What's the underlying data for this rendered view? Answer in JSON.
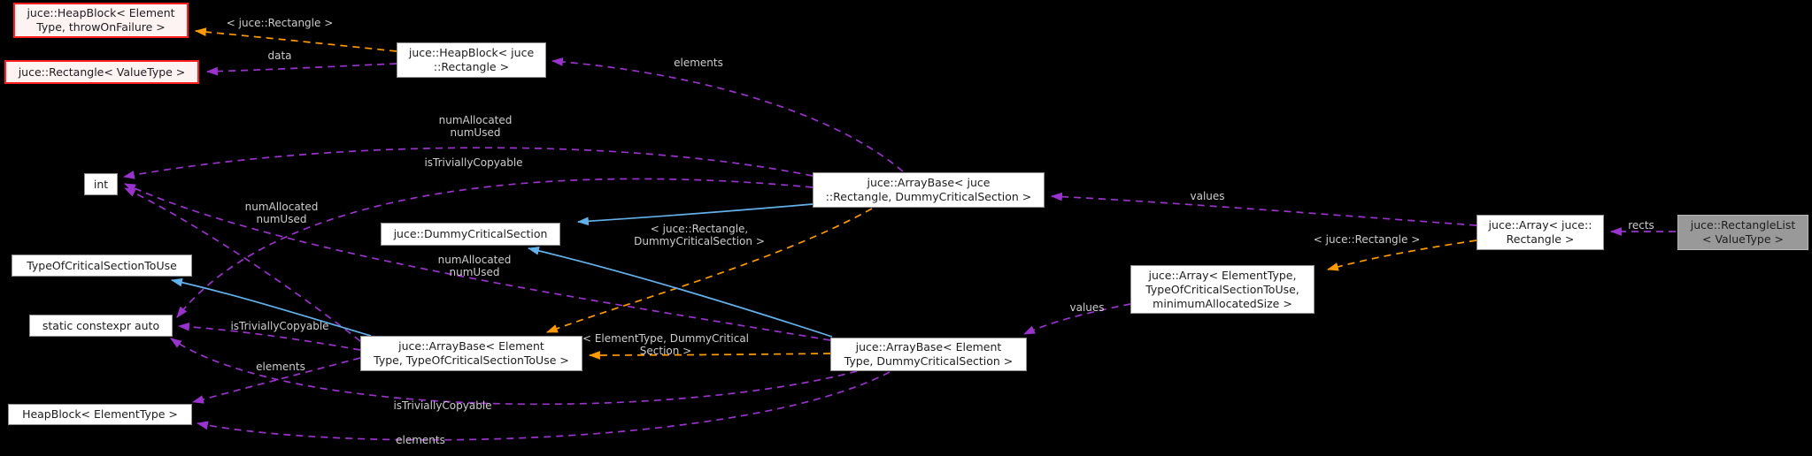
{
  "colors": {
    "background": "#000000",
    "node_fill": "#ffffff",
    "node_border": "#919191",
    "node_text": "#1d1d1d",
    "current_node_fill": "#999999",
    "red_node_border": "#ff1f1f",
    "red_node_fill": "#fdf3f3",
    "edge_member_purple": "#9a32cd",
    "edge_template_orange": "#ff9900",
    "edge_inheritance_blue": "#63b1ec",
    "edge_label_text": "#cdcdcd"
  },
  "nodes": {
    "heapblock_template": {
      "label": "juce::HeapBlock< Element\nType, throwOnFailure >"
    },
    "rectangle_valuetype": {
      "label": "juce::Rectangle< ValueType >"
    },
    "heapblock_rectangle": {
      "label": "juce::HeapBlock< juce\n::Rectangle >"
    },
    "int_type": {
      "label": "int"
    },
    "dummy_critical_section": {
      "label": "juce::DummyCriticalSection"
    },
    "type_of_critical_section_to_use": {
      "label": "TypeOfCriticalSectionToUse"
    },
    "static_constexpr_auto": {
      "label": "static constexpr auto"
    },
    "heapblock_elementtype": {
      "label": "HeapBlock< ElementType >"
    },
    "arraybase_rectangle_dummy": {
      "label": "juce::ArrayBase< juce\n::Rectangle, DummyCriticalSection >"
    },
    "arraybase_element_typeof": {
      "label": "juce::ArrayBase< Element\nType, TypeOfCriticalSectionToUse >"
    },
    "arraybase_element_dummy": {
      "label": "juce::ArrayBase< Element\nType, DummyCriticalSection >"
    },
    "array_elementtype": {
      "label": "juce::Array< ElementType,\nTypeOfCriticalSectionToUse,\nminimumAllocatedSize >"
    },
    "array_rectangle": {
      "label": "juce::Array< juce::\nRectangle >"
    },
    "rectangle_list": {
      "label": "juce::RectangleList\n< ValueType >"
    }
  },
  "edge_labels": {
    "tmpl_rect_top": "< juce::Rectangle >",
    "data": "data",
    "elements_top": "elements",
    "num_top": "numAllocated\nnumUsed",
    "istc_top": "isTriviallyCopyable",
    "num_left": "numAllocated\nnumUsed",
    "tmpl_rect_dummy": "< juce::Rectangle,\nDummyCriticalSection >",
    "num_mid": "numAllocated\nnumUsed",
    "istc_mid": "isTriviallyCopyable",
    "elements_mid": "elements",
    "tmpl_element_dummy": "< ElementType, DummyCritical\nSection >",
    "istc_bottom": "isTriviallyCopyable",
    "elements_bottom": "elements",
    "values_top": "values",
    "values_mid": "values",
    "tmpl_rect_right": "< juce::Rectangle >",
    "rects": "rects"
  }
}
